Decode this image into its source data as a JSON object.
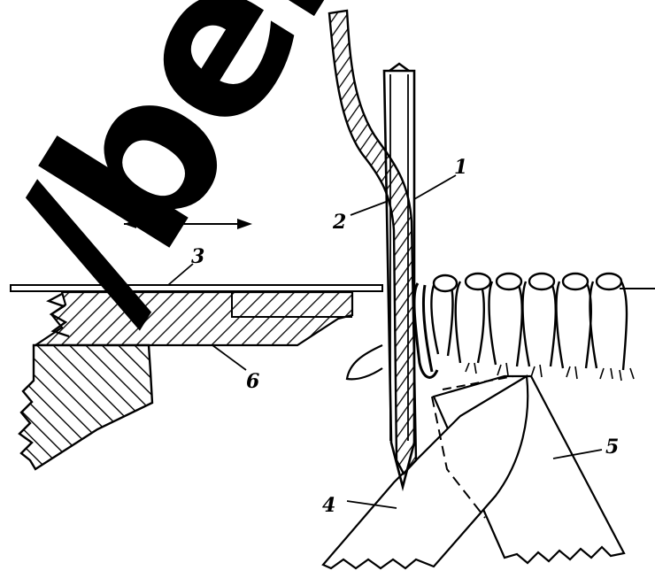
{
  "watermark": "/belsk",
  "labels": {
    "needle": "1",
    "thread": "2",
    "presser": "3",
    "hook_left": "4",
    "hook_right": "5",
    "plate": "6"
  }
}
